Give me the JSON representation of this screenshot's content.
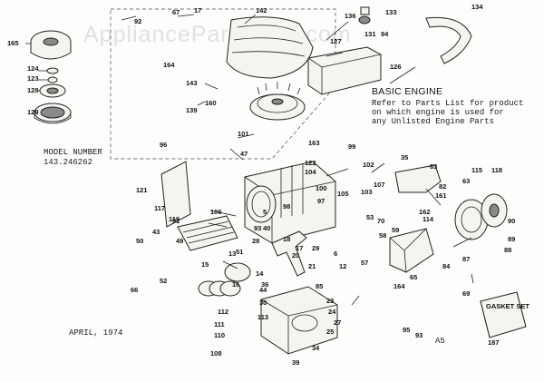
{
  "watermark": "AppliancePartsPros.com",
  "model_label": "MODEL NUMBER",
  "model_number": "143.246262",
  "basic_engine": {
    "title": "BASIC ENGINE",
    "lines": [
      "Refer to Parts List for product",
      "on which engine is used for",
      "any Unlisted Engine Parts"
    ]
  },
  "date": "APRIL, 1974",
  "sheet_code": "A5",
  "gasket_set": "GASKET SET",
  "part_numbers": [
    "165",
    "124",
    "123",
    "128",
    "129",
    "17",
    "67",
    "92",
    "142",
    "164",
    "143",
    "139",
    "160",
    "101",
    "163",
    "136",
    "133",
    "127",
    "131",
    "94",
    "126",
    "134",
    "96",
    "121",
    "117",
    "119",
    "47",
    "122",
    "104",
    "99",
    "102",
    "106",
    "5",
    "98",
    "100",
    "105",
    "103",
    "107",
    "35",
    "83",
    "82",
    "161",
    "162",
    "114",
    "115",
    "118",
    "63",
    "90",
    "89",
    "88",
    "87",
    "84",
    "85",
    "91",
    "43",
    "49",
    "50",
    "51",
    "40",
    "97",
    "53",
    "58",
    "59",
    "70",
    "13",
    "15",
    "16",
    "14",
    "36",
    "12",
    "28",
    "18",
    "17",
    "93",
    "6",
    "57",
    "65",
    "164",
    "66",
    "52",
    "30",
    "44",
    "20",
    "29",
    "21",
    "23",
    "24",
    "27",
    "25",
    "113",
    "112",
    "111",
    "110",
    "108",
    "34",
    "39",
    "95",
    "93",
    "69",
    "187"
  ]
}
